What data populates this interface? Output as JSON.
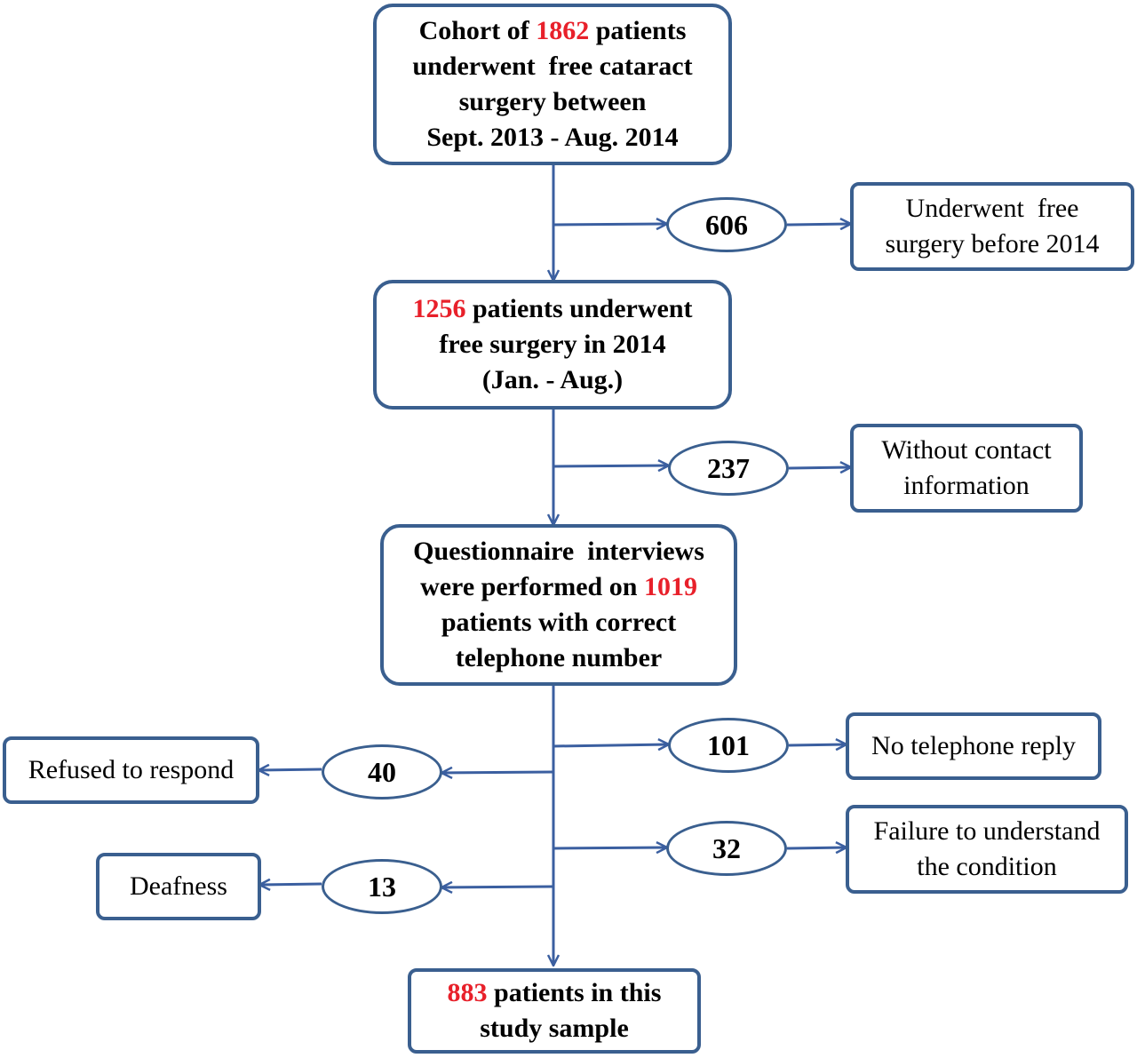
{
  "colors": {
    "accent_red": "#e8202a",
    "border_blue": "#3a5f8f",
    "arrow_blue": "#3b5fa0"
  },
  "boxes": {
    "cohort": {
      "l1_pre": "Cohort of ",
      "l1_num": "1862",
      "l1_post": " patients",
      "l2": "underwent  free cataract",
      "l3": "surgery between",
      "l4": "Sept. 2013 - Aug. 2014"
    },
    "in2014": {
      "l1_num": "1256",
      "l1_post": " patients underwent",
      "l2": "free surgery in 2014",
      "l3": "(Jan. - Aug.)"
    },
    "interviews": {
      "l1": "Questionnaire  interviews",
      "l2_pre": "were performed on ",
      "l2_num": "1019",
      "l3": "patients with correct",
      "l4": "telephone number"
    },
    "final": {
      "l1_num": "883",
      "l1_post": " patients in this",
      "l2": "study sample"
    }
  },
  "ovals": {
    "before_2014": "606",
    "no_contact": "237",
    "no_reply": "101",
    "refused": "40",
    "failure": "32",
    "deafness": "13"
  },
  "exclusions": {
    "before_2014": {
      "l1": "Underwent  free",
      "l2": "surgery before 2014"
    },
    "no_contact": {
      "l1": "Without contact",
      "l2": "information"
    },
    "no_reply": {
      "l1": "No telephone reply"
    },
    "refused": {
      "l1": "Refused to respond"
    },
    "failure": {
      "l1": "Failure to understand",
      "l2": "the condition"
    },
    "deafness": {
      "l1": "Deafness"
    }
  }
}
